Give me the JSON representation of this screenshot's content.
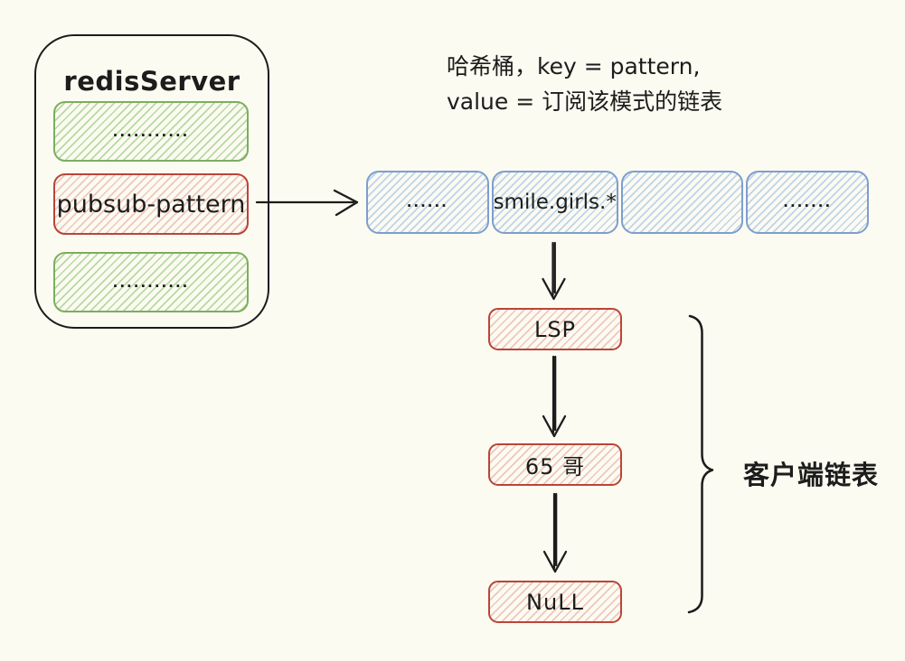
{
  "colors": {
    "background": "#fbfbf1",
    "ink": "#1c1c1c",
    "green_border": "#7cae5e",
    "green_hatch": "#b9d8a4",
    "red_border": "#bb4438",
    "red_hatch": "#efc6be",
    "blue_border": "#7e9ecf",
    "blue_hatch": "#c0d3ec"
  },
  "server": {
    "title": "redisServer",
    "slots": [
      {
        "label": "...........",
        "variant": "green"
      },
      {
        "label": "pubsub-pattern",
        "variant": "red"
      },
      {
        "label": "...........",
        "variant": "green"
      }
    ]
  },
  "annotation": {
    "line1": "哈希桶，key = pattern,",
    "line2": "value = 订阅该模式的链表"
  },
  "bucket_row": {
    "cells": [
      {
        "label": "......"
      },
      {
        "label": "smile.girls.*"
      },
      {
        "label": ""
      },
      {
        "label": "......."
      }
    ]
  },
  "client_list": {
    "nodes": [
      "LSP",
      "65 哥",
      "NuLL"
    ],
    "brace_label": "客户端链表"
  },
  "connectors": {
    "pubsub_to_bucket": "right-arrow",
    "bucket_to_lsp": "down-arrow",
    "lsp_to_65": "down-arrow",
    "node65_to_null": "down-arrow",
    "client_list_brace": "right-curly-brace"
  }
}
